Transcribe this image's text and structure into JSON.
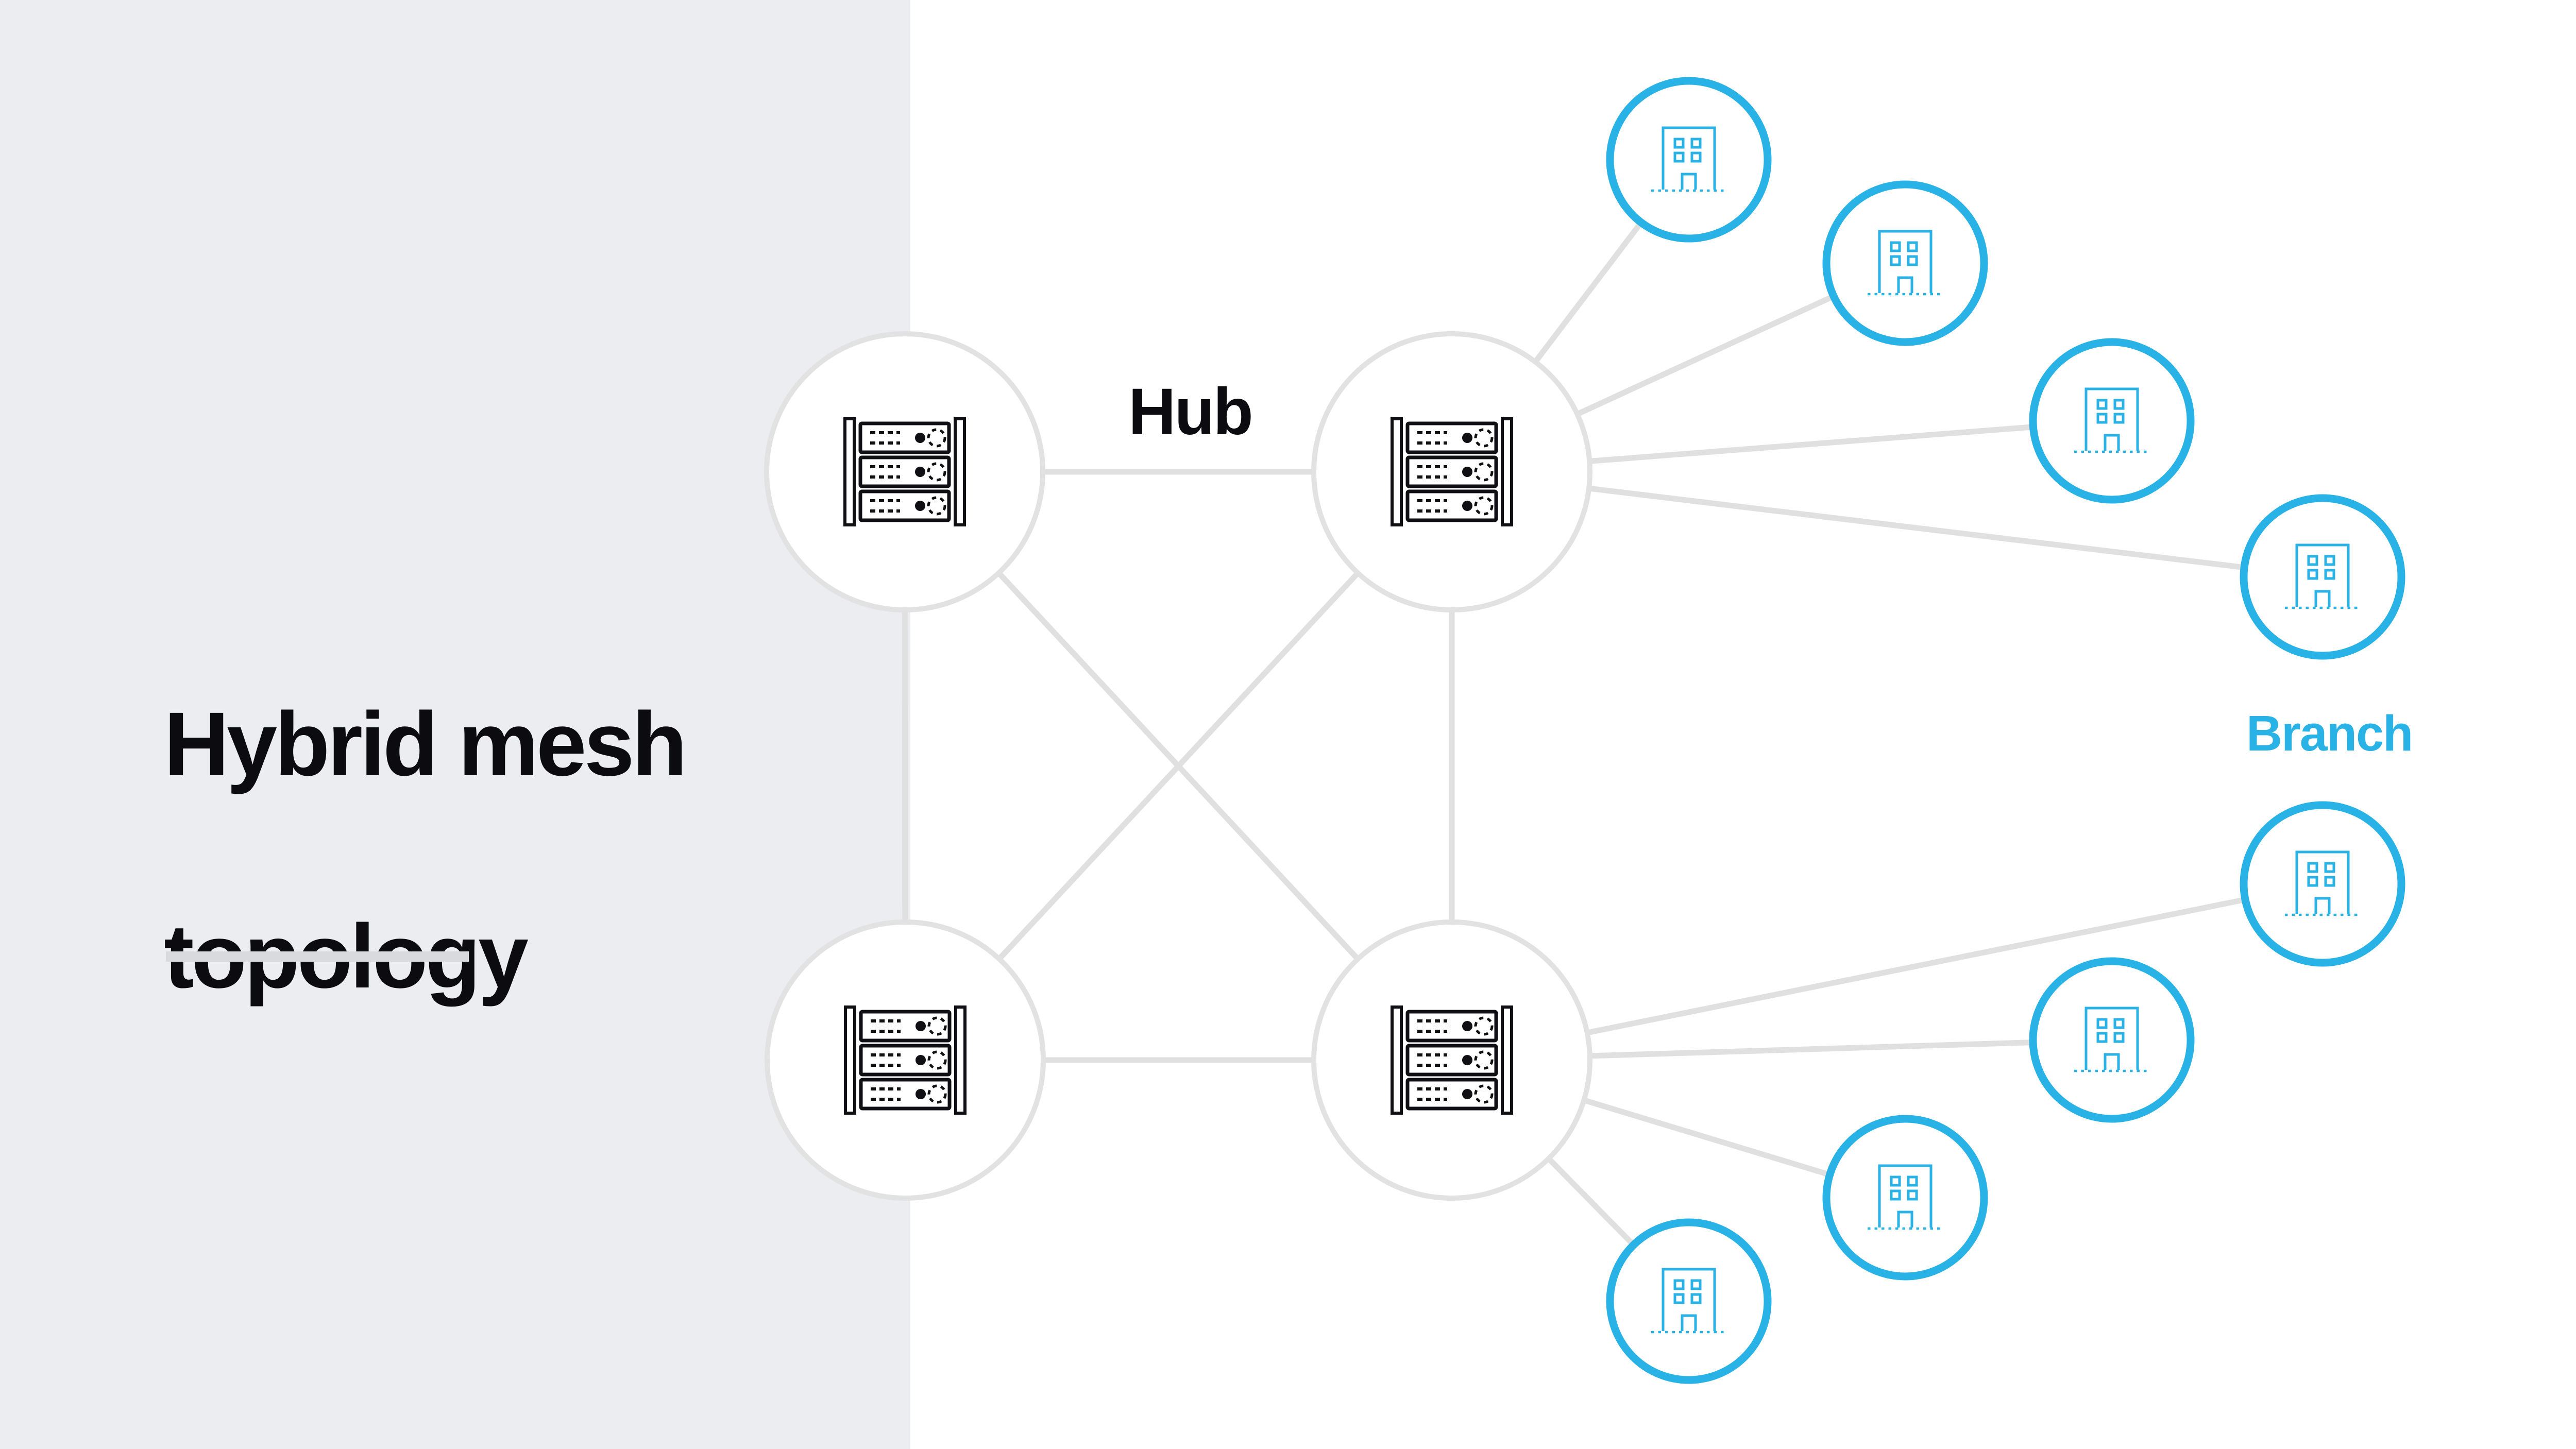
{
  "title": {
    "line1": "Hybrid mesh",
    "line2": "topology",
    "color": "#0c0c10"
  },
  "labels": {
    "hub": "Hub",
    "branch": "Branch"
  },
  "colors": {
    "accent_blue": "#29b2e5",
    "connector_gray": "#e0e0e0",
    "hub_ring_gray": "#e2e2e2",
    "underline_gray": "#d9dadc",
    "panel_gray": "#ecedf0",
    "icon_black": "#101014",
    "title_color": "#0c0c10"
  },
  "icons": {
    "hub_icon": "server-rack-icon",
    "branch_icon": "office-building-icon"
  },
  "diagram": {
    "hub_node_count": 4,
    "branch_node_count": 8,
    "hub_mesh_edges": 6,
    "branches_per_right_hub": 4
  }
}
